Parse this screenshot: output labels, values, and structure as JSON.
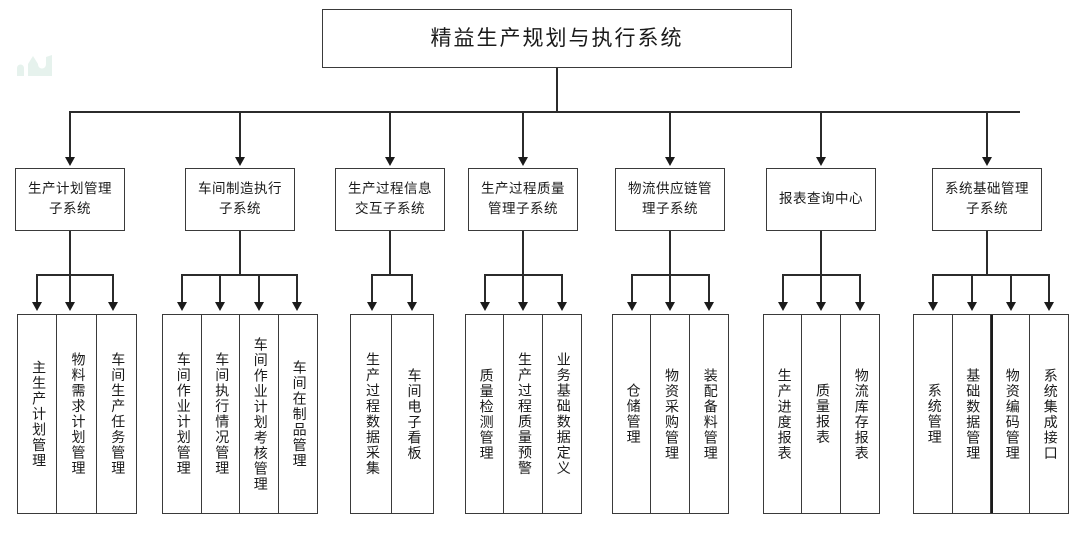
{
  "diagram": {
    "type": "tree-hierarchy",
    "title": "精益生产规划与执行系统",
    "root": {
      "label": "精益生产规划与执行系统"
    },
    "level2": [
      {
        "id": "sub-production-plan",
        "line1": "生产计划管理",
        "line2": "子系统"
      },
      {
        "id": "sub-shopfloor-exec",
        "line1": "车间制造执行",
        "line2": "子系统"
      },
      {
        "id": "sub-process-info",
        "line1": "生产过程信息",
        "line2": "交互子系统"
      },
      {
        "id": "sub-process-quality",
        "line1": "生产过程质量",
        "line2": "管理子系统"
      },
      {
        "id": "sub-logistics-chain",
        "line1": "物流供应链管",
        "line2": "理子系统"
      },
      {
        "id": "sub-report-center",
        "line1": "报表查询中心",
        "line2": ""
      },
      {
        "id": "sub-system-base",
        "line1": "系统基础管理",
        "line2": "子系统"
      }
    ],
    "groups": [
      {
        "parent": "sub-production-plan",
        "leaves": [
          {
            "label": "主生产计划管理"
          },
          {
            "label": "物料需求计划管理"
          },
          {
            "label": "车间生产任务管理"
          }
        ]
      },
      {
        "parent": "sub-shopfloor-exec",
        "leaves": [
          {
            "label": "车间作业计划管理"
          },
          {
            "label": "车间执行情况管理"
          },
          {
            "label": "车间作业计划考核管理"
          },
          {
            "label": "车间在制品管理"
          }
        ]
      },
      {
        "parent": "sub-process-info",
        "leaves": [
          {
            "label": "生产过程数据采集"
          },
          {
            "label": "车间电子看板"
          }
        ]
      },
      {
        "parent": "sub-process-quality",
        "leaves": [
          {
            "label": "质量检测管理"
          },
          {
            "label": "生产过程质量预警"
          },
          {
            "label": "业务基础数据定义"
          }
        ]
      },
      {
        "parent": "sub-logistics-chain",
        "leaves": [
          {
            "label": "仓储管理"
          },
          {
            "label": "物资采购管理"
          },
          {
            "label": "装配备料管理"
          }
        ]
      },
      {
        "parent": "sub-report-center",
        "leaves": [
          {
            "label": "生产进度报表"
          },
          {
            "label": "质量报表"
          },
          {
            "label": "物流库存报表"
          }
        ]
      },
      {
        "parent": "sub-system-base",
        "leaves": [
          {
            "label": "系统管理"
          },
          {
            "label": "基础数据管理"
          },
          {
            "label": "物资编码管理"
          },
          {
            "label": "系统集成接口"
          }
        ]
      }
    ],
    "colors": {
      "line": "#2b2b2b",
      "border": "#3a3a3a",
      "text": "#1a1a1a",
      "background": "#ffffff",
      "watermark": "#e6f2ed"
    }
  }
}
